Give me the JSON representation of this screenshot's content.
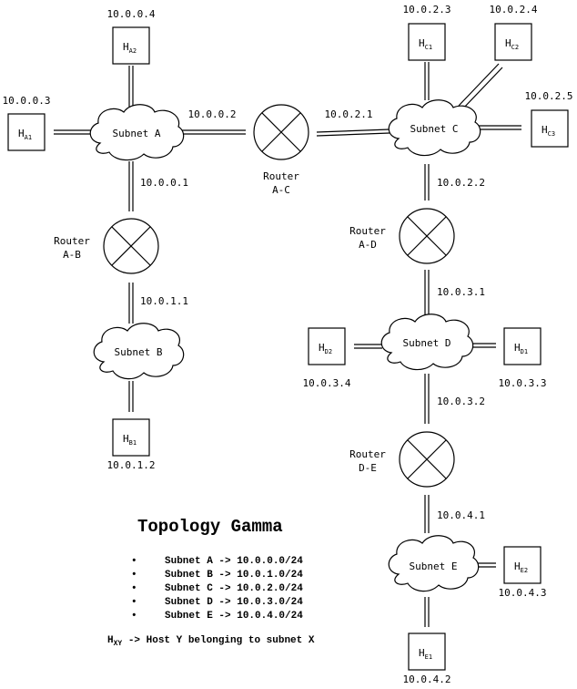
{
  "title": "Topology Gamma",
  "router_word": "Router",
  "routers": {
    "ab": {
      "label": "A-B"
    },
    "ac": {
      "label": "A-C"
    },
    "ad": {
      "label": "A-D"
    },
    "de": {
      "label": "D-E"
    }
  },
  "subnets": {
    "a": "Subnet A",
    "b": "Subnet B",
    "c": "Subnet C",
    "d": "Subnet D",
    "e": "Subnet E"
  },
  "hosts": {
    "a1": {
      "main": "H",
      "sub": "A1",
      "ip": "10.0.0.3"
    },
    "a2": {
      "main": "H",
      "sub": "A2",
      "ip": "10.0.0.4"
    },
    "b1": {
      "main": "H",
      "sub": "B1",
      "ip": "10.0.1.2"
    },
    "c1": {
      "main": "H",
      "sub": "C1",
      "ip": "10.0.2.3"
    },
    "c2": {
      "main": "H",
      "sub": "C2",
      "ip": "10.0.2.4"
    },
    "c3": {
      "main": "H",
      "sub": "C3",
      "ip": "10.0.2.5"
    },
    "d1": {
      "main": "H",
      "sub": "D1",
      "ip": "10.0.3.3"
    },
    "d2": {
      "main": "H",
      "sub": "D2",
      "ip": "10.0.3.4"
    },
    "e1": {
      "main": "H",
      "sub": "E1",
      "ip": "10.0.4.2"
    },
    "e2": {
      "main": "H",
      "sub": "E2",
      "ip": "10.0.4.3"
    }
  },
  "interfaces": {
    "ab_a": "10.0.0.1",
    "ab_b": "10.0.1.1",
    "ac_a": "10.0.0.2",
    "ac_c": "10.0.2.1",
    "ad_c": "10.0.2.2",
    "ad_d": "10.0.3.1",
    "de_d": "10.0.3.2",
    "de_e": "10.0.4.1"
  },
  "legend": {
    "bullet": "•",
    "items": [
      "Subnet A -> 10.0.0.0/24",
      "Subnet B -> 10.0.1.0/24",
      "Subnet C -> 10.0.2.0/24",
      "Subnet D -> 10.0.3.0/24",
      "Subnet E -> 10.0.4.0/24"
    ],
    "note_main": "H",
    "note_sub": "XY",
    "note_text": " -> Host Y belonging to subnet X"
  }
}
